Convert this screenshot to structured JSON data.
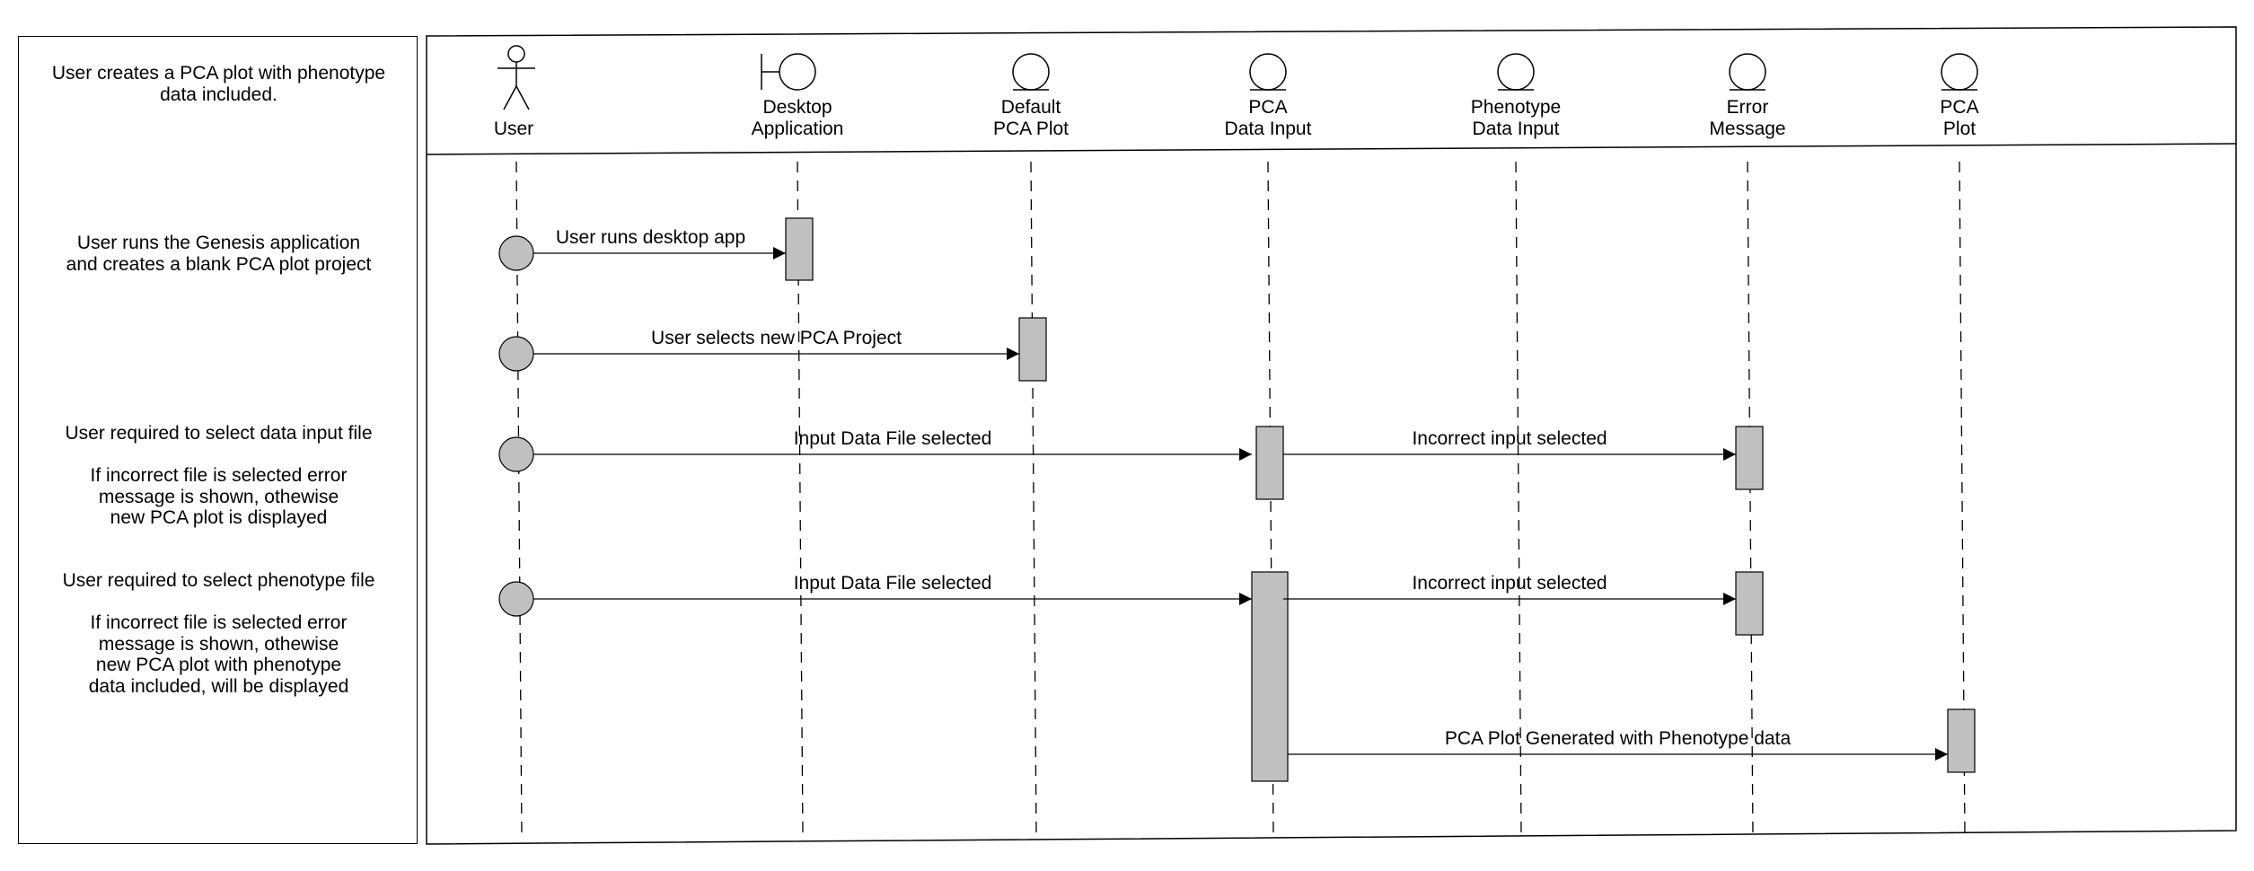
{
  "notes": [
    "User creates a PCA plot with phenotype\ndata included.",
    "User runs the Genesis application\nand creates a blank PCA plot project",
    "User required to select data input file\n\nIf incorrect file is selected error\nmessage is shown, othewise\nnew PCA plot is displayed",
    "User required to select phenotype file\n\nIf incorrect file is selected error\nmessage is shown, othewise\nnew PCA plot with phenotype\ndata  included, will be displayed"
  ],
  "lifelines": [
    {
      "kind": "actor",
      "label": [
        "User"
      ]
    },
    {
      "kind": "boundary",
      "label": [
        "Desktop",
        "Application"
      ]
    },
    {
      "kind": "entity",
      "label": [
        "Default",
        "PCA Plot"
      ]
    },
    {
      "kind": "entity",
      "label": [
        "PCA",
        "Data Input"
      ]
    },
    {
      "kind": "entity",
      "label": [
        "Phenotype",
        "Data Input"
      ]
    },
    {
      "kind": "entity",
      "label": [
        "Error",
        "Message"
      ]
    },
    {
      "kind": "entity",
      "label": [
        "PCA",
        "Plot"
      ]
    }
  ],
  "messages": [
    {
      "from": 0,
      "to": 1,
      "label": "User runs desktop app",
      "start_marker": true
    },
    {
      "from": 0,
      "to": 2,
      "label": "User selects new PCA Project",
      "start_marker": true
    },
    {
      "from": 0,
      "to": 3,
      "label": "Input Data File selected",
      "start_marker": true
    },
    {
      "from": 3,
      "to": 5,
      "label": "Incorrect input selected",
      "start_marker": false
    },
    {
      "from": 0,
      "to": 3,
      "label": "Input Data File selected",
      "start_marker": true
    },
    {
      "from": 3,
      "to": 5,
      "label": "Incorrect input selected",
      "start_marker": false
    },
    {
      "from": 3,
      "to": 6,
      "label": "PCA Plot Generated with Phenotype data",
      "start_marker": false
    }
  ],
  "colors": {
    "line": "#000000",
    "activation_fill": "#c0c0c0",
    "start_marker_fill": "#c0c0c0"
  }
}
